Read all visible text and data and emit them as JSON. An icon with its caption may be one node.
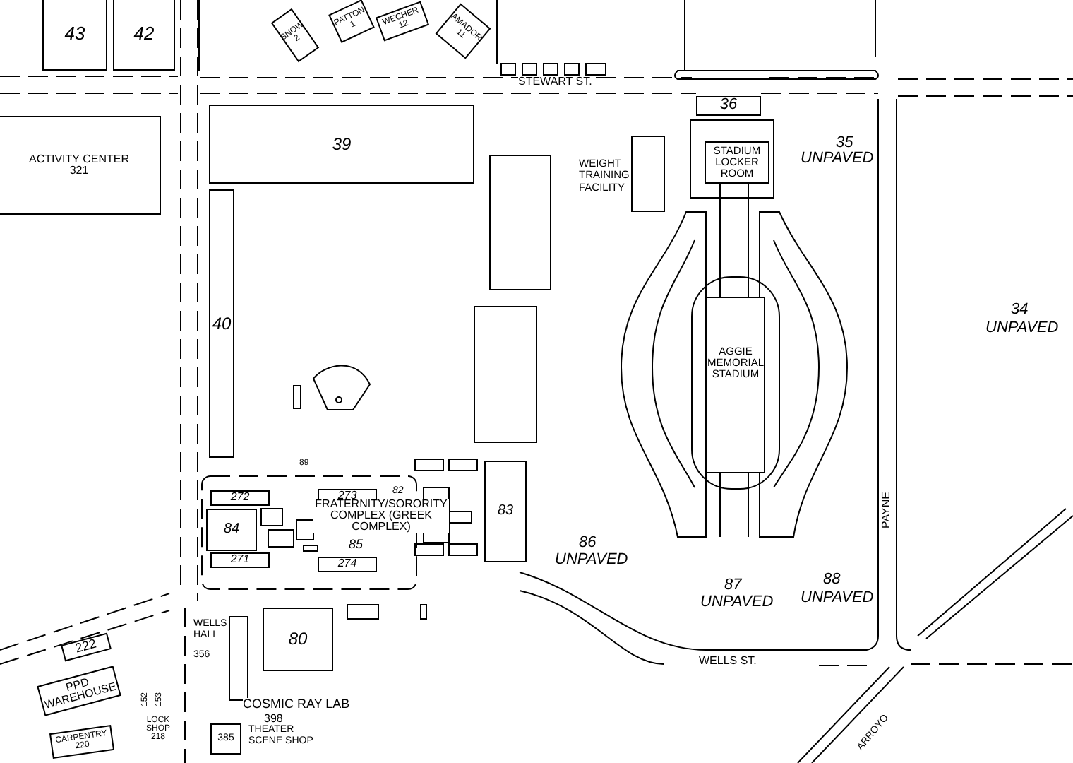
{
  "diagram": {
    "nodes": [
      {
        "text": [
          "43"
        ]
      },
      {
        "text": [
          "42"
        ]
      },
      {
        "text": [
          "SNOW",
          "2"
        ]
      },
      {
        "text": [
          "PATTON",
          "1"
        ]
      },
      {
        "text": [
          "WECHER",
          "12"
        ]
      },
      {
        "text": [
          "AMADOR",
          "11"
        ]
      },
      {
        "text": [
          "ACTIVITY CENTER",
          "321"
        ]
      },
      {
        "text": [
          "39"
        ]
      },
      {
        "text": [
          "40"
        ]
      },
      {
        "text": [
          "36"
        ]
      },
      {
        "text": [
          "STADIUM LOCKER ROOM"
        ]
      },
      {
        "text": [
          "WEIGHT TRAINING FACILITY"
        ]
      },
      {
        "text": [
          "AGGIE MEMORIAL STADIUM"
        ]
      },
      {
        "text": [
          "272"
        ]
      },
      {
        "text": [
          "273"
        ]
      },
      {
        "text": [
          "271"
        ]
      },
      {
        "text": [
          "274"
        ]
      },
      {
        "text": [
          "84"
        ]
      },
      {
        "text": [
          "85"
        ]
      },
      {
        "text": [
          "83"
        ]
      },
      {
        "text": [
          "80"
        ]
      },
      {
        "text": [
          "WELLS HALL",
          "356"
        ]
      },
      {
        "text": [
          "385"
        ],
        "beside": [
          "THEATER SCENE SHOP"
        ]
      },
      {
        "text": [
          "222"
        ]
      },
      {
        "text": [
          "PPD WAREHOUSE"
        ]
      },
      {
        "text": [
          "CARPENTRY",
          "220"
        ]
      },
      {
        "text": [
          "LOCK SHOP",
          "218"
        ]
      }
    ],
    "labels": [
      "STEWART ST.",
      "35",
      "UNPAVED",
      "34",
      "UNPAVED",
      "89",
      "82",
      "FRATERNITY/SORORITY COMPLEX (GREEK COMPLEX)",
      "86",
      "UNPAVED",
      "87",
      "UNPAVED",
      "88",
      "UNPAVED",
      "PAYNE",
      "152",
      "153",
      "COSMIC RAY LAB",
      "398",
      "WELLS ST.",
      "ARROYO"
    ]
  }
}
